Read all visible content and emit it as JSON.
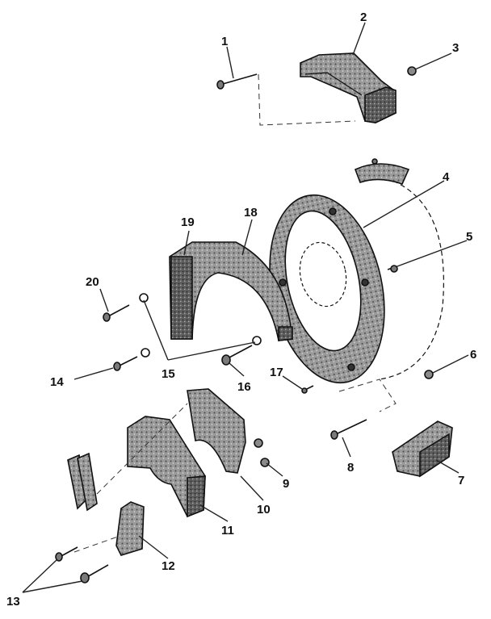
{
  "diagram": {
    "callouts": [
      {
        "id": "1",
        "label": "1"
      },
      {
        "id": "2",
        "label": "2"
      },
      {
        "id": "3",
        "label": "3"
      },
      {
        "id": "4",
        "label": "4"
      },
      {
        "id": "5",
        "label": "5"
      },
      {
        "id": "6",
        "label": "6"
      },
      {
        "id": "7",
        "label": "7"
      },
      {
        "id": "8",
        "label": "8"
      },
      {
        "id": "9",
        "label": "9"
      },
      {
        "id": "10",
        "label": "10"
      },
      {
        "id": "11",
        "label": "11"
      },
      {
        "id": "12",
        "label": "12"
      },
      {
        "id": "13",
        "label": "13"
      },
      {
        "id": "14",
        "label": "14"
      },
      {
        "id": "15",
        "label": "15"
      },
      {
        "id": "16",
        "label": "16"
      },
      {
        "id": "17",
        "label": "17"
      },
      {
        "id": "18",
        "label": "18"
      },
      {
        "id": "19",
        "label": "19"
      },
      {
        "id": "20",
        "label": "20"
      }
    ],
    "colors": {
      "line": "#111111",
      "fill_dark": "#6b6b6b",
      "fill_light": "#c8c8c8",
      "background": "#ffffff"
    }
  }
}
